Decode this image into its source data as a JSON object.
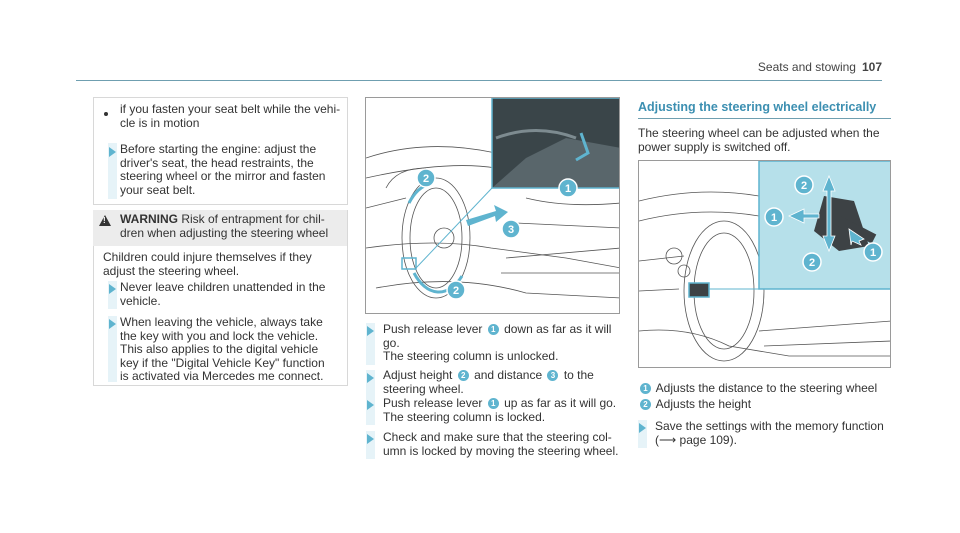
{
  "header": {
    "section": "Seats and stowing",
    "page": "107"
  },
  "left_column": {
    "bullets": [
      "if you fasten your seat belt while the vehi-",
      "cle is in motion"
    ],
    "step1": [
      "Before starting the engine: adjust the",
      "driver's seat, the head restraints, the",
      "steering wheel or the mirror and fasten",
      "your seat belt."
    ],
    "warning": {
      "label": "WARNING",
      "line1": "Risk of entrapment for chil-",
      "line2": "dren when adjusting the steering wheel",
      "body": [
        "Children could injure themselves if they",
        "adjust the steering wheel."
      ],
      "step_a": [
        "Never leave children unattended in the",
        "vehicle."
      ],
      "step_b": [
        "When leaving the vehicle, always take",
        "the key with you and lock the vehicle.",
        "This also applies to the digital vehicle",
        "key if the \"Digital Vehicle Key\" function",
        "is activated via Mercedes me connect."
      ]
    }
  },
  "middle_column": {
    "step1": {
      "pre": "Push release lever",
      "num": "1",
      "post": "down as far as it will",
      "line2": "go.",
      "line3": "The steering column is unlocked."
    },
    "step2": {
      "pre": "Adjust height",
      "num1": "2",
      "mid": "and distance",
      "num2": "3",
      "post": "to the",
      "line2": "steering wheel."
    },
    "step3": {
      "pre": "Push release lever",
      "num": "1",
      "post": "up as far as it will go.",
      "line2": "The steering column is locked."
    },
    "step4": {
      "line1": "Check and make sure that the steering col-",
      "line2": "umn is locked by moving the steering wheel."
    },
    "figure_labels": [
      "1",
      "2",
      "2",
      "3"
    ]
  },
  "right_column": {
    "title": "Adjusting the steering wheel electrically",
    "intro": [
      "The steering wheel can be adjusted when the",
      "power supply is switched off."
    ],
    "legend": [
      {
        "num": "1",
        "text": "Adjusts the distance to the steering wheel"
      },
      {
        "num": "2",
        "text": "Adjusts the height"
      }
    ],
    "step": {
      "line1": "Save the settings with the memory function",
      "pre": "(",
      "arrow": "⟶",
      "post": "page 109)."
    },
    "figure_labels": [
      "1",
      "1",
      "2",
      "2"
    ]
  },
  "colors": {
    "accent": "#5fb4cf",
    "title": "#3c8fb1",
    "inset": "#b6e0ea"
  }
}
